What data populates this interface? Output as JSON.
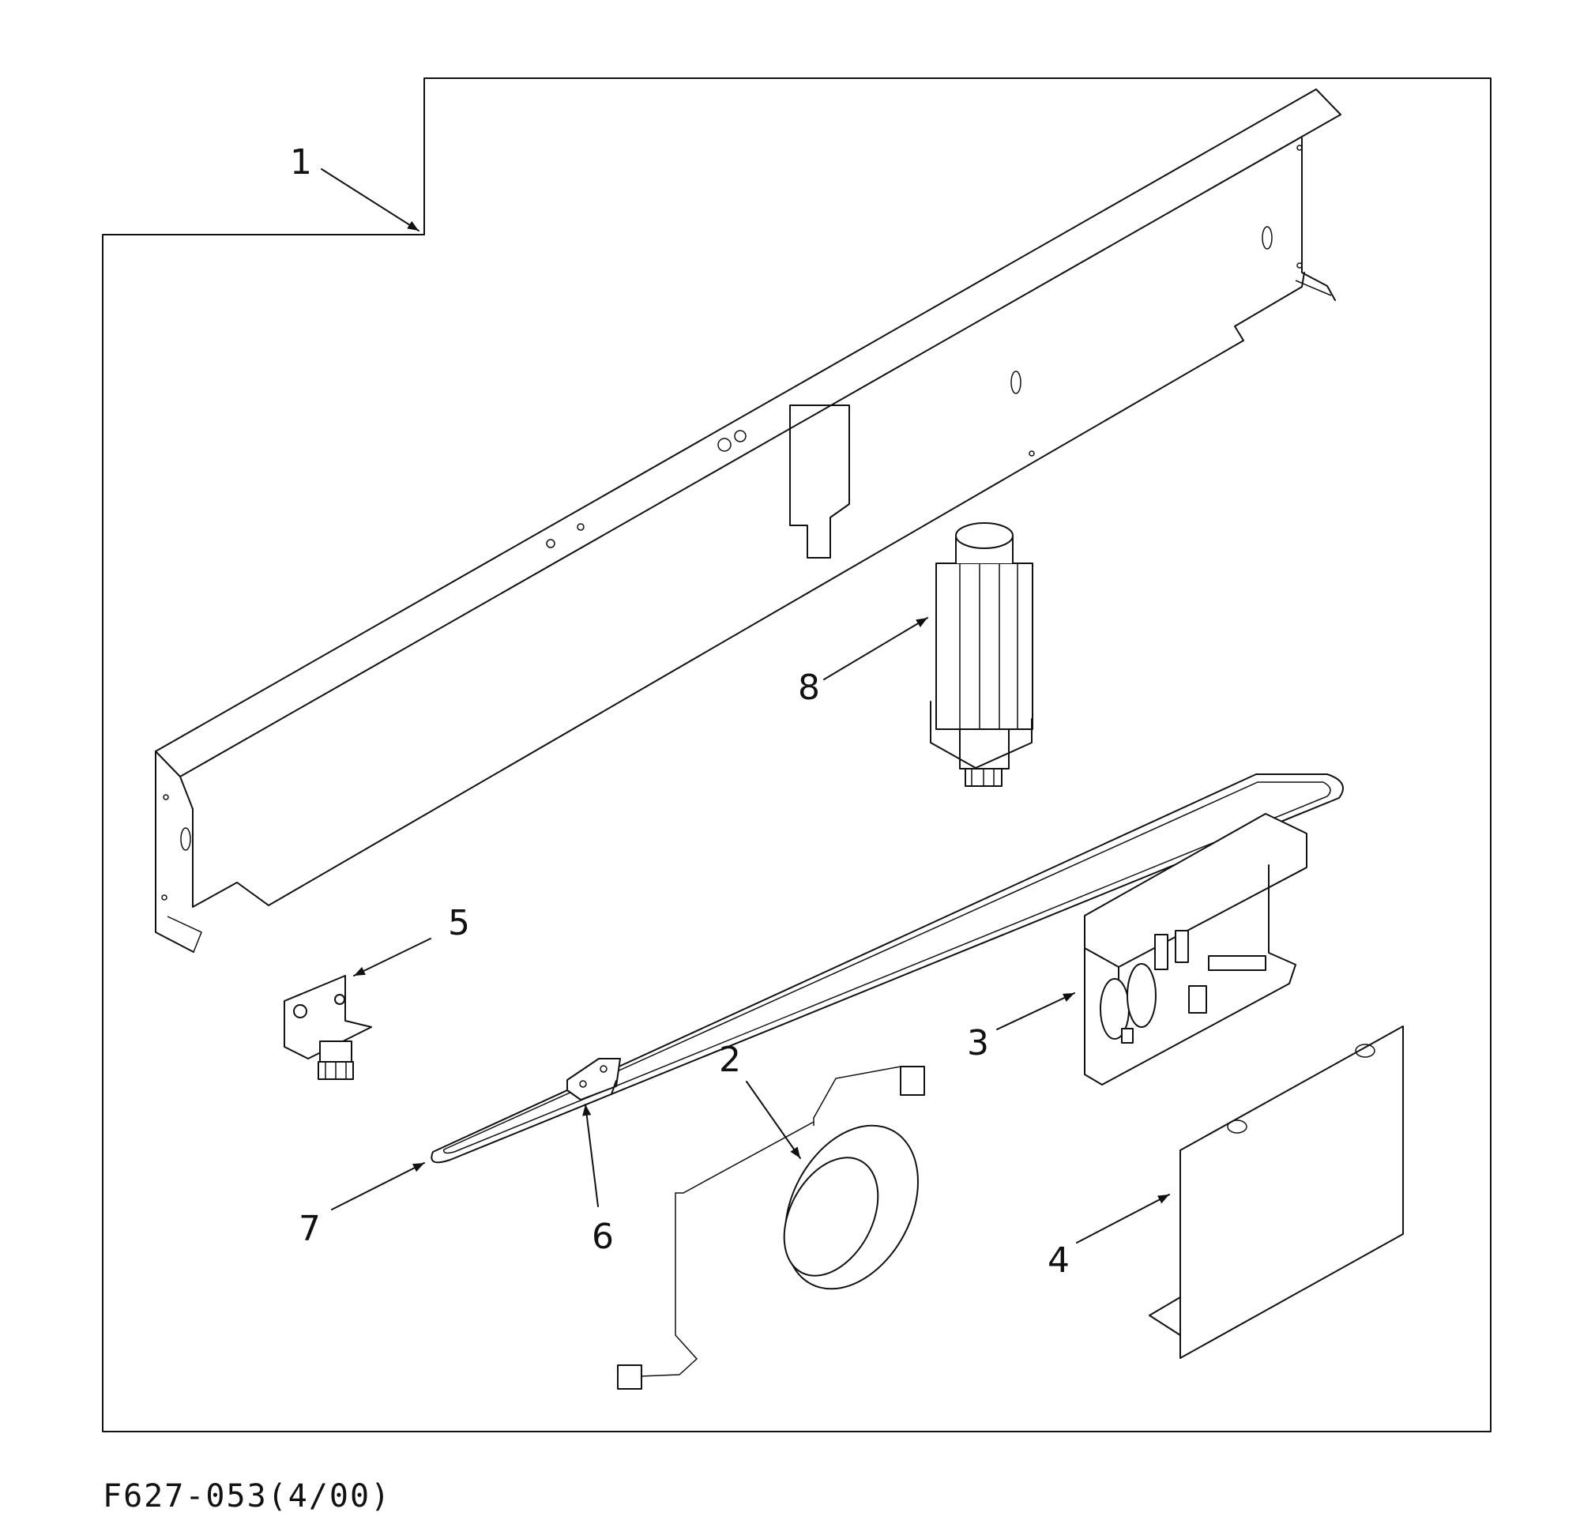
{
  "figure_id": "F627-053(4/00)",
  "callouts": [
    {
      "id": "1"
    },
    {
      "id": "2"
    },
    {
      "id": "3"
    },
    {
      "id": "4"
    },
    {
      "id": "5"
    },
    {
      "id": "6"
    },
    {
      "id": "7"
    },
    {
      "id": "8"
    }
  ]
}
